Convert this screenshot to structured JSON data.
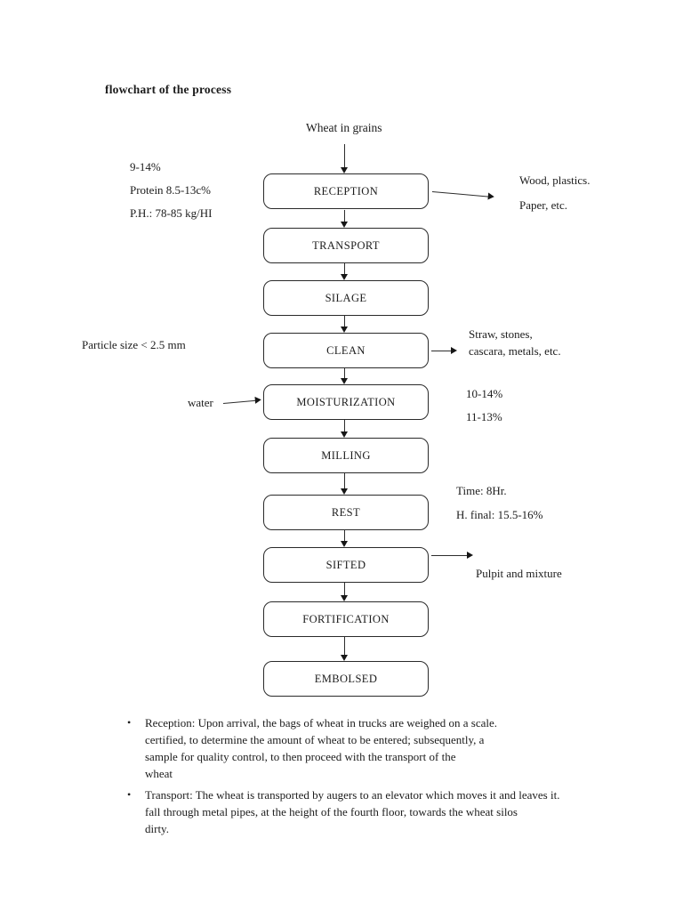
{
  "page": {
    "title": "flowchart of the process"
  },
  "flowchart": {
    "source_label": "Wheat in grains",
    "boxes": [
      "RECEPTION",
      "TRANSPORT",
      "SILAGE",
      "CLEAN",
      "MOISTURIZATION",
      "MILLING",
      "REST",
      "SIFTED",
      "FORTIFICATION",
      "EMBOLSED"
    ],
    "annotations": {
      "reception_left": [
        "9-14%",
        "Protein 8.5-13c%",
        "P.H.: 78-85 kg/HI"
      ],
      "reception_right": [
        "Wood, plastics.",
        "Paper, etc."
      ],
      "clean_left": "Particle size < 2.5 mm",
      "clean_right": [
        "Straw, stones,",
        "cascara, metals, etc."
      ],
      "moisturization_left": "water",
      "moisturization_right": [
        "10-14%",
        "11-13%"
      ],
      "rest_right": [
        "Time: 8Hr.",
        "H. final: 15.5-16%"
      ],
      "sifted_right": "Pulpit and mixture"
    }
  },
  "notes": [
    {
      "bullet": "•",
      "lines": [
        "Reception: Upon arrival, the bags of wheat in trucks are weighed on a scale.",
        "certified, to determine the amount of wheat to be entered; subsequently, a",
        "sample for quality control, to then proceed with the transport of the",
        "wheat"
      ]
    },
    {
      "bullet": "•",
      "lines": [
        "Transport: The wheat is transported by augers to an elevator which moves it and leaves it.",
        "fall through metal pipes, at the height of the fourth floor, towards the wheat silos",
        "dirty."
      ]
    }
  ],
  "colors": {
    "ink": "#1c1c1c",
    "box_border": "#2a2a2a",
    "background": "#ffffff"
  }
}
